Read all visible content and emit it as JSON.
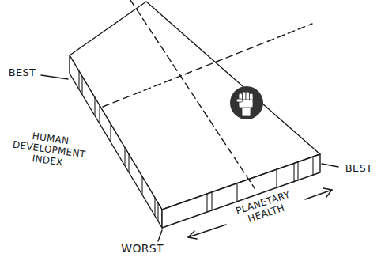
{
  "diagram": {
    "labels": [
      "BEST",
      "HUMAN DEVELOPMENT INDEX",
      "WORST",
      "PLANETARY HEALTH",
      "BEST"
    ]
  }
}
